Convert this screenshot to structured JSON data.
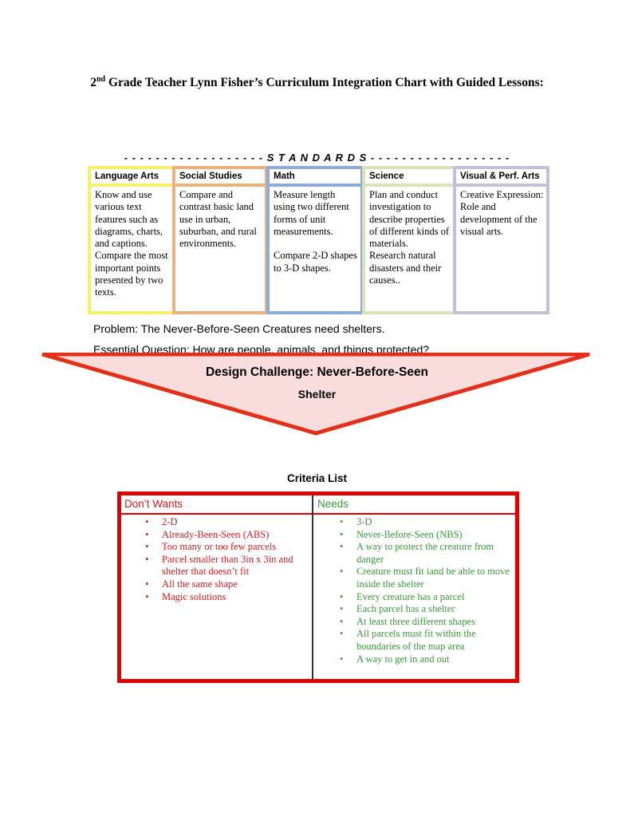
{
  "title": {
    "prefix": "2",
    "superscript": "nd",
    "text": " Grade Teacher Lynn Fisher’s Curriculum Integration Chart with Guided Lessons:"
  },
  "standards_label": "- - - - - - - - - - - - - - - - - - S T A N D A R D S - - - - - - - - - - - - - - - - - -",
  "standards": [
    {
      "header": "Language Arts",
      "body": "Know and use various text features such as diagrams, charts, and captions.\nCompare the most important points presented by two texts.",
      "color": "#f7f06a"
    },
    {
      "header": "Social Studies",
      "body": "Compare and contrast basic land use in urban, suburban, and rural environments.",
      "color": "#e9b27e"
    },
    {
      "header": "Math",
      "body": "Measure length using two different forms of unit measurements.\n\nCompare 2-D shapes to 3-D shapes.",
      "color": "#8fa9d8"
    },
    {
      "header": "Science",
      "body": "Plan and conduct investigation to describe properties of different kinds of materials.\nResearch natural disasters and their causes..",
      "color": "#d9e2b8"
    },
    {
      "header": "Visual & Perf. Arts",
      "body": "Creative Expression:\nRole and development of the visual arts.",
      "color": "#c6bfdc"
    }
  ],
  "problem": "Problem: The Never-Before-Seen Creatures need shelters.",
  "essential_question": "Essential Question: How are people, animals, and things protected?",
  "design_challenge": {
    "title": "Design Challenge: Never-Before-Seen",
    "subtitle": "Shelter",
    "fill_color": "#f9dcdc",
    "border_color": "#e33119"
  },
  "criteria": {
    "title": "Criteria List",
    "dont_wants_label": "Don’t Wants",
    "needs_label": "Needs",
    "dont_wants": [
      "2-D",
      "Already-Been-Seen (ABS)",
      "Too many or too few parcels",
      "Parcel smaller than 3in x 3in and shelter that doesn’t fit",
      "All the same shape",
      "Magic solutions"
    ],
    "needs": [
      "3-D",
      "Never-Before-Seen (NBS)",
      "A way to protect the creature from danger",
      "Creature must fit iand be able to move inside the shelter",
      "Every creature has a parcel",
      "Each parcel has a shelter",
      "At least three different shapes",
      "All parcels must fit within the boundaries of the map area",
      "A way to get in and out"
    ]
  }
}
